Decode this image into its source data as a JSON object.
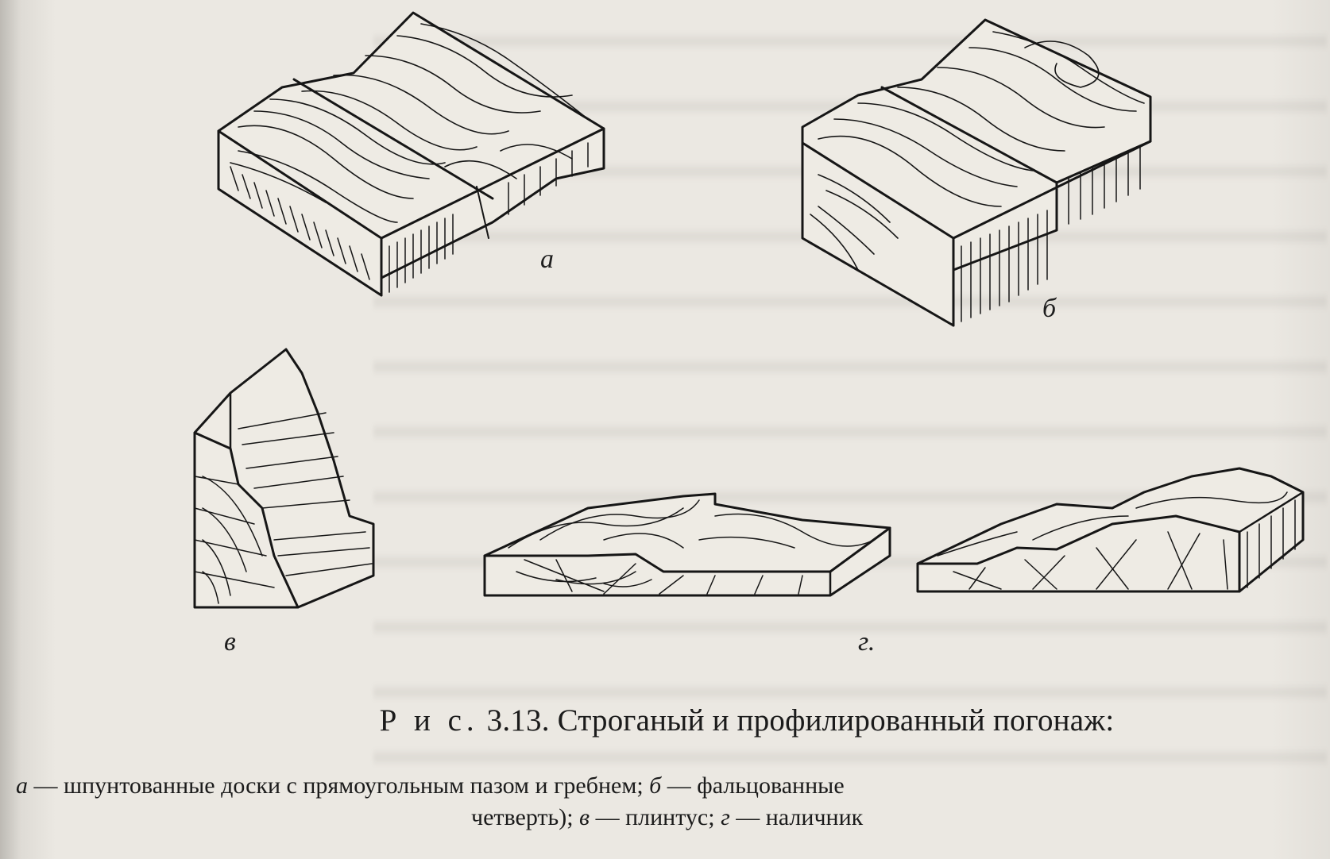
{
  "figure": {
    "labels": {
      "a": "а",
      "b": "б",
      "v": "в",
      "g": "г."
    }
  },
  "caption": {
    "prefix": "Р и с.",
    "number": "3.13.",
    "title": "Строганый и профилированный погонаж:",
    "line1": [
      {
        "key": "а",
        "text": " — шпунтованные доски с прямоугольным пазом и гребнем; "
      },
      {
        "key": "б",
        "text": " — фальцованные"
      }
    ],
    "line2": [
      {
        "key": "",
        "text": "четверть); "
      },
      {
        "key": "в",
        "text": " — плинтус; "
      },
      {
        "key": "г",
        "text": " — наличник"
      }
    ]
  },
  "colors": {
    "ink": "#1b1b1b",
    "paper": "#ebe8e2"
  }
}
